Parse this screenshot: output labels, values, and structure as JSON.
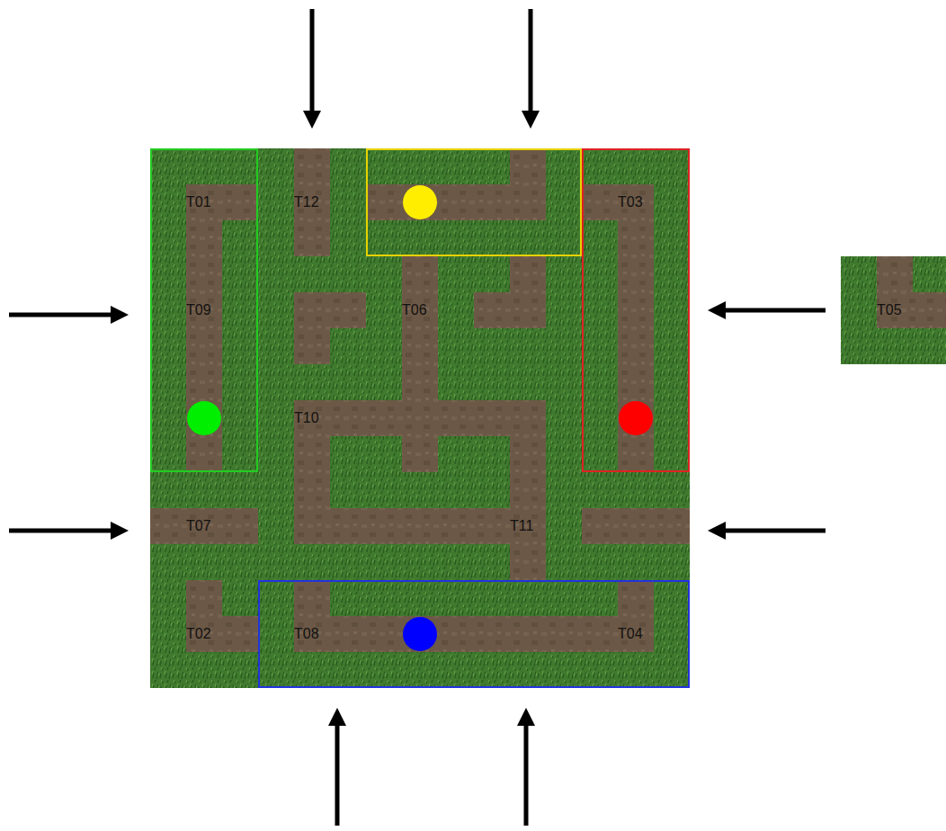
{
  "diagram": {
    "nodes": [
      {
        "text": [
          "T01"
        ]
      },
      {
        "text": [
          "T12"
        ]
      },
      {
        "text": [
          "T03"
        ]
      },
      {
        "text": [
          "T09"
        ]
      },
      {
        "text": [
          "T06"
        ]
      },
      {
        "text": [
          "T05"
        ]
      },
      {
        "text": [
          "T10"
        ]
      },
      {
        "text": [
          "T07"
        ]
      },
      {
        "text": [
          "T11"
        ]
      },
      {
        "text": [
          "T02"
        ]
      },
      {
        "text": [
          "T08"
        ]
      },
      {
        "text": [
          "T04"
        ]
      }
    ]
  }
}
